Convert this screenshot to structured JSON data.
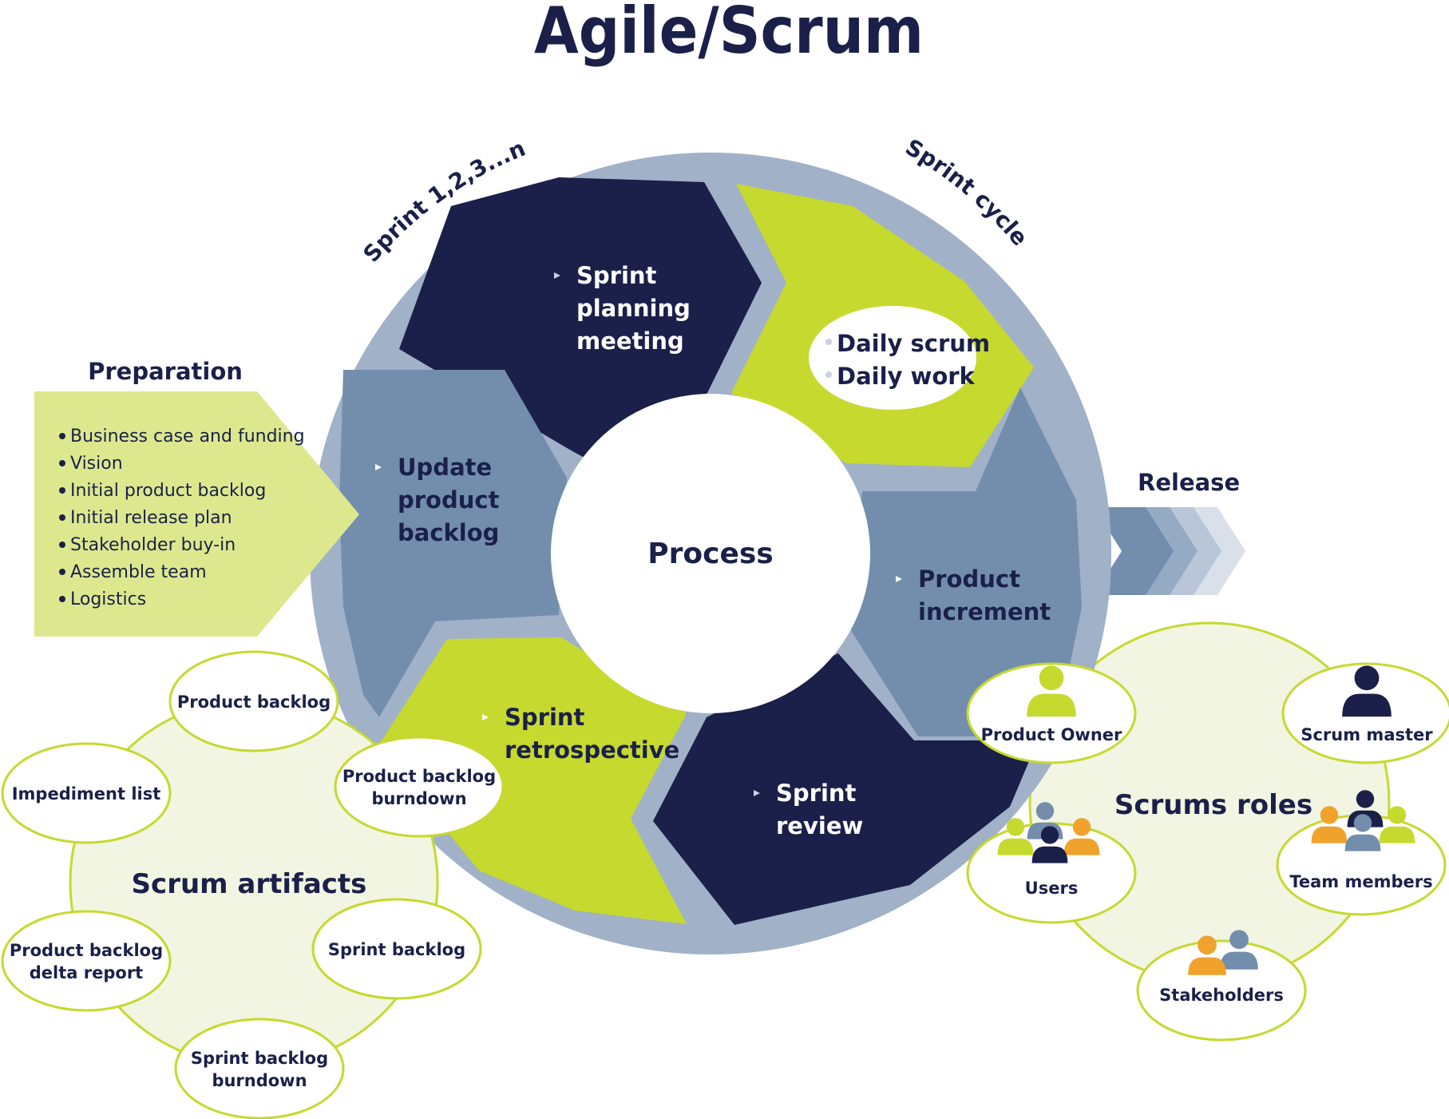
{
  "title": "Agile/Scrum",
  "colors": {
    "navy": "#1a2049",
    "steel": "#738ead",
    "ring": "#a0b1c8",
    "lime": "#c6d92f",
    "lime_pale": "#dde88e",
    "pale_fill": "#f1f5e2",
    "orange": "#f0a22c",
    "white": "#ffffff"
  },
  "cycle": {
    "sprint_label": "Sprint 1,2,3...n",
    "cycle_label": "Sprint cycle",
    "center_label": "Process",
    "segments": {
      "planning": [
        "Sprint",
        "planning",
        "meeting"
      ],
      "daily": [
        "Daily scrum",
        "Daily work"
      ],
      "increment": [
        "Product",
        "increment"
      ],
      "review": [
        "Sprint",
        "review"
      ],
      "retrospective": [
        "Sprint",
        "retrospective"
      ],
      "update": [
        "Update",
        "product",
        "backlog"
      ]
    }
  },
  "preparation": {
    "heading": "Preparation",
    "items": [
      "Business case and funding",
      "Vision",
      "Initial product backlog",
      "Initial release plan",
      "Stakeholder buy-in",
      "Assemble team",
      "Logistics"
    ]
  },
  "release": {
    "label": "Release"
  },
  "artifacts": {
    "heading": "Scrum artifacts",
    "items": {
      "product_backlog": [
        "Product backlog"
      ],
      "burndown": [
        "Product backlog",
        "burndown"
      ],
      "impediment": [
        "Impediment list"
      ],
      "sprint_backlog": [
        "Sprint backlog"
      ],
      "delta": [
        "Product backlog",
        "delta report"
      ],
      "sprint_burndown": [
        "Sprint backlog",
        "burndown"
      ]
    }
  },
  "roles": {
    "heading": "Scrums roles",
    "items": {
      "product_owner": {
        "label": "Product Owner",
        "icon": "person-icon"
      },
      "scrum_master": {
        "label": "Scrum master",
        "icon": "person-icon"
      },
      "users": {
        "label": "Users",
        "icon": "people-group-icon"
      },
      "team_members": {
        "label": "Team members",
        "icon": "people-group-icon"
      },
      "stakeholders": {
        "label": "Stakeholders",
        "icon": "people-pair-icon"
      }
    }
  }
}
